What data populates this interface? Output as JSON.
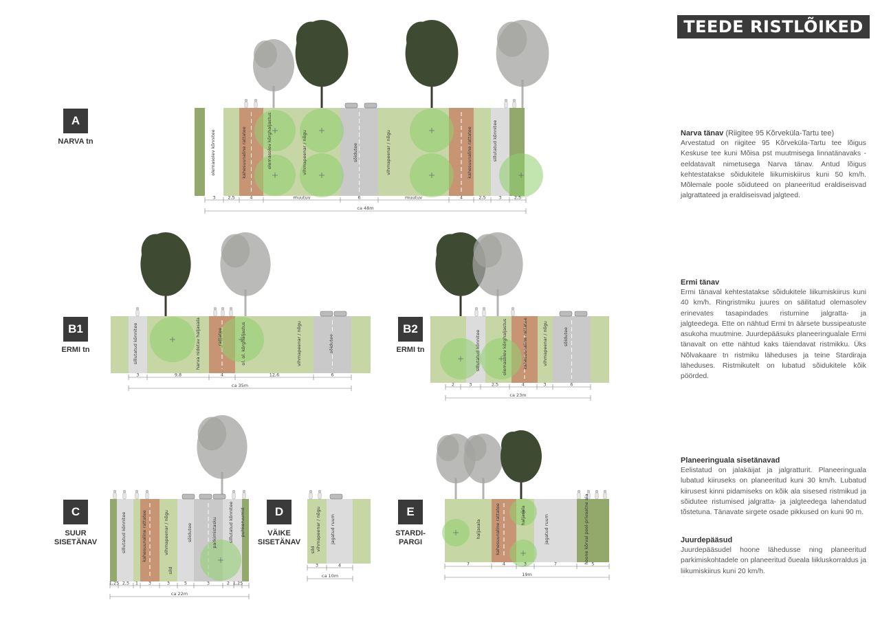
{
  "page": {
    "title": "TEEDE RISTLÕIKED"
  },
  "sections": [
    {
      "id": "A",
      "label_lines": [
        "NARVA tn"
      ]
    },
    {
      "id": "B1",
      "label_lines": [
        "ERMI tn"
      ]
    },
    {
      "id": "B2",
      "label_lines": [
        "ERMI tn"
      ]
    },
    {
      "id": "C",
      "label_lines": [
        "SUUR",
        "SISETÄNAV"
      ]
    },
    {
      "id": "D",
      "label_lines": [
        "VÄIKE",
        "SISETÄNAV"
      ]
    },
    {
      "id": "E",
      "label_lines": [
        "STARDI-",
        "PARGI"
      ]
    }
  ],
  "descriptions": {
    "narva": {
      "heading": "Narva tänav",
      "subheading": "(Riigitee 95 Kõrveküla-Tartu tee)",
      "body": "Arvestatud on riigitee 95 Kõrveküla-Tartu tee lõigus Keskuse tee kuni Mõisa pst muutmisega linnatänavaks - eeldatavalt nimetusega Narva tänav. Antud lõigus kehtestatakse sõidukitele liikumiskiirus kuni 50 km/h. Mõlemale poole sõiduteed on planeeritud eraldiseisvad jalgrattateed ja eraldiseisvad jalgteed."
    },
    "ermi": {
      "heading": "Ermi tänav",
      "body": "Ermi tänaval kehtestatakse sõidukitele liikumiskiirus kuni 40 km/h. Ringristmiku juures on säilitatud olemasolev erinevates tasapindades ristumine jalgratta- ja jalgteedega. Ette on nähtud Ermi tn äärsete bussipeatuste asukoha muutmine. Juurdepääsuks planeeringualale Ermi tänavalt on ette nähtud kaks täiendavat ristmikku. Üks Nõlvakaare tn ristmiku läheduses ja teine Stardiraja läheduses. Ristmikutelt on lubatud sõidukitele kõik pöörded."
    },
    "sisetanavad": {
      "heading": "Planeeringuala sisetänavad",
      "body": "Eelistatud on jalakäijat ja jalgratturit. Planeeringuala lubatud kiiruseks on planeeritud kuni 30 km/h. Lubatud kiirusest kinni pidamiseks on kõik ala sisesed ristmikud ja sõidutee ristumised jalgratta- ja jalgteedega lahendatud tõstetuna. Tänavate sirgete osade pikkused on kuni 90 m."
    },
    "juurdepaasud": {
      "heading": "Juurdepääsud",
      "body": "Juurdepääsudel hoone lähedusse ning planeeritud parkimiskohtadele on planeeritud õueala liikluskorraldus ja liikumiskiirus kuni 20 km/h."
    }
  },
  "diagrams": {
    "A": {
      "strip_labels": [
        "olemasolev kõnnitee",
        "kahesuunaline rattatee",
        "olemasolev kõrghaljastus",
        "vihmapeenar / nõgu",
        "sõidutee",
        "vihmapeenar / nõgu",
        "kahesuunaline rattatee",
        "sillutatud kõnnitee"
      ],
      "dimensions": [
        "3",
        "2,5",
        "4",
        "muutuv",
        "6",
        "muutuv",
        "4",
        "2,5",
        "3",
        "2,5"
      ],
      "total": "ca 48m"
    },
    "B1": {
      "strip_labels": [
        "sillutatud kõnnitee",
        "harva nidetav haljasala",
        "rattatee",
        "ol. ol. kõrghaljastus",
        "vihmapeenar / nõgu",
        "sõidutee"
      ],
      "dimensions": [
        "3",
        "9,8",
        "4",
        "12,6",
        "6"
      ],
      "total": "ca 35m"
    },
    "B2": {
      "strip_labels": [
        "sillutatud kõnnitee",
        "olemasolev kõrghaljastus",
        "kahesuunaline rattatee",
        "vihmapeenar / nõgu",
        "sõidutee"
      ],
      "dimensions": [
        "2",
        "3",
        "2,5",
        "4",
        "3",
        "6"
      ],
      "total": "ca 23m"
    },
    "C": {
      "strip_labels": [
        "sillutatud kõnnitee",
        "kahesuunaline rattatee",
        "vihmapeenar / nõgu",
        "sild",
        "sõidutee",
        "parkimistasku",
        "sillutatud kõnnitee",
        "puhkeruumid"
      ],
      "dimensions": [
        "1,25",
        "2,5",
        "1",
        "3",
        "3",
        "5",
        "3",
        "2",
        "1,25"
      ],
      "total": "ca 22m"
    },
    "D": {
      "strip_labels": [
        "vihmapeenar / nõgu",
        "sild",
        "jagatud ruum"
      ],
      "dimensions": [
        "3",
        "4"
      ],
      "total": "ca 10m"
    },
    "E": {
      "strip_labels": [
        "haljasala",
        "kahesuunaline rattatee",
        "haljasala",
        "jagatud ruum",
        "hoone kõrval pool-privaatne ala"
      ],
      "dimensions": [
        "7",
        "4",
        "3",
        "7",
        "5"
      ],
      "total": "19m"
    }
  },
  "colors": {
    "grass": "#c5d6a4",
    "grass_dark": "#93a86b",
    "bike": "#c79574",
    "road": "#c9c9c9",
    "paving": "#dcdcdc",
    "tree_dark": "#3f4a33",
    "tree_light": "#a3a3a0"
  }
}
